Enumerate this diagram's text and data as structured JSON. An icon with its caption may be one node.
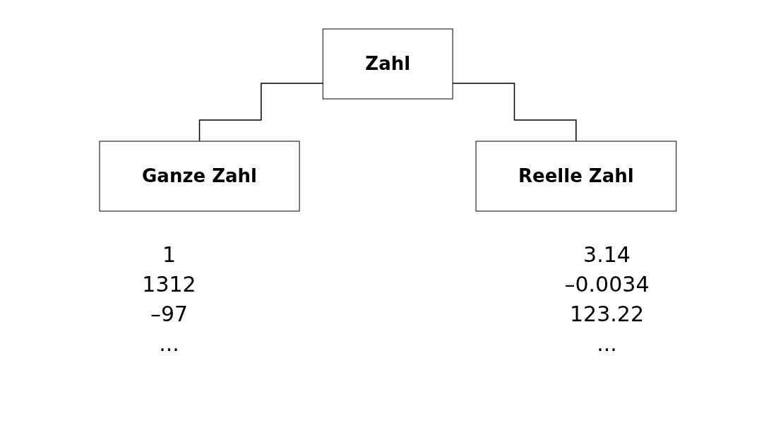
{
  "diagram": {
    "nodes": [
      {
        "text": [
          "Zahl"
        ]
      },
      {
        "text": [
          "Ganze Zahl"
        ],
        "beside": [
          "1",
          "1312",
          "–97",
          "..."
        ]
      },
      {
        "text": [
          "Reelle Zahl"
        ],
        "beside": [
          "3.14",
          "–0.0034",
          "123.22",
          "..."
        ]
      }
    ],
    "edges": [
      {
        "from": 0,
        "to": 1,
        "arrow": "none"
      },
      {
        "from": 0,
        "to": 2,
        "arrow": "none"
      }
    ]
  }
}
